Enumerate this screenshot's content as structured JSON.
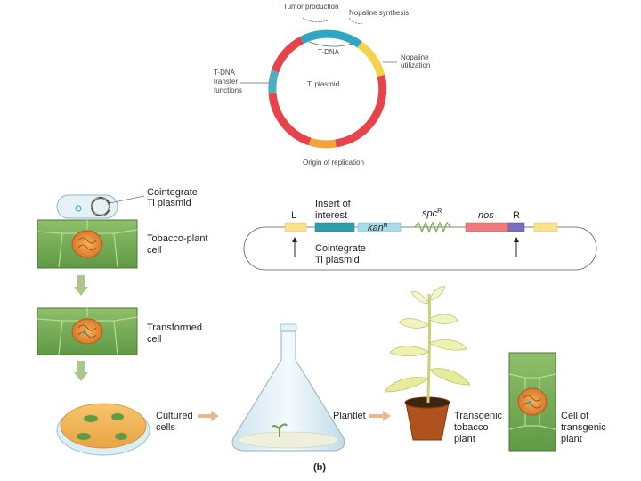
{
  "plasmid_map": {
    "center_label": "Ti plasmid",
    "region_tumor": "Tumor production",
    "region_nopaline_synthesis": "Nopaline synthesis",
    "region_tdna": "T-DNA",
    "region_nopaline_utilization_1": "Nopaline",
    "region_nopaline_utilization_2": "utilization",
    "region_transfer_1": "T-DNA",
    "region_transfer_2": "transfer",
    "region_transfer_3": "functions",
    "origin": "Origin of replication",
    "colors": {
      "red": "#e8434a",
      "cyan": "#2fa6c2",
      "orange": "#f2a33a",
      "yellow": "#f4d34a"
    }
  },
  "cointegrate_map": {
    "L": "L",
    "R": "R",
    "insert_1": "Insert of",
    "insert_2": "interest",
    "kan": "kan",
    "kan_sup": "R",
    "spc": "spc",
    "spc_sup": "R",
    "nos": "nos",
    "name_1": "Cointegrate",
    "name_2": "Ti plasmid"
  },
  "steps": {
    "cointegrate_1": "Cointegrate",
    "cointegrate_2": "Ti plasmid",
    "tobacco_1": "Tobacco-plant",
    "tobacco_2": "cell",
    "transformed_1": "Transformed",
    "transformed_2": "cell",
    "cultured_1": "Cultured",
    "cultured_2": "cells",
    "plantlet": "Plantlet",
    "transgenic_1": "Transgenic",
    "transgenic_2": "tobacco",
    "transgenic_3": "plant",
    "cell_of_1": "Cell of",
    "cell_of_2": "transgenic",
    "cell_of_3": "plant"
  },
  "panel_label": "(b)"
}
